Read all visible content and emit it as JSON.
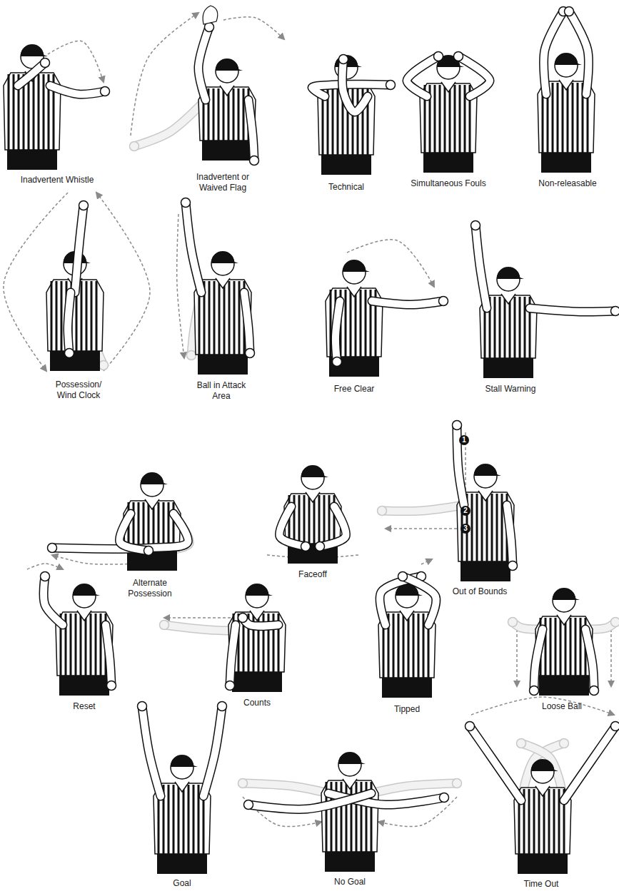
{
  "diagram": {
    "labels": [
      "Inadvertent Whistle",
      "Inadvertent or Waived Flag",
      "Technical",
      "Simultaneous Fouls",
      "Non-releasable",
      "Possession/ Wind Clock",
      "Ball in Attack Area",
      "Free Clear",
      "Stall Warning",
      "Alternate Possession",
      "Faceoff",
      "1",
      "2",
      "3",
      "Out of Bounds",
      "Reset",
      "Counts",
      "Tipped",
      "Loose Ball",
      "Goal",
      "No Goal",
      "Time Out"
    ]
  }
}
